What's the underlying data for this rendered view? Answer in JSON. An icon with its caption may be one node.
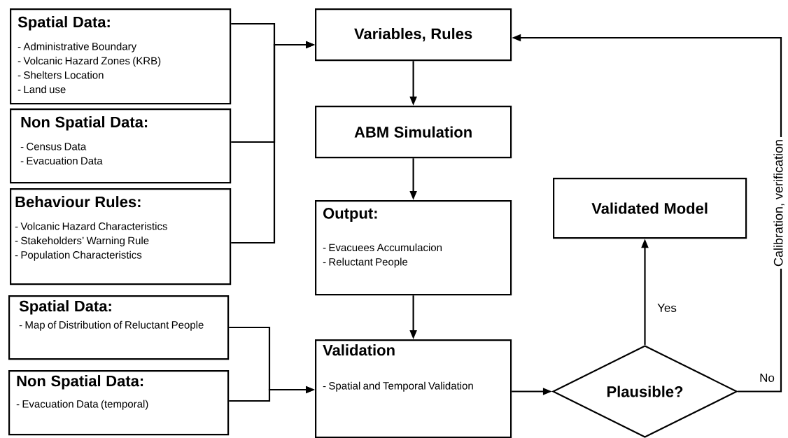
{
  "diagram": {
    "nodes": [
      {
        "text": [
          "Spatial Data:",
          "- Administrative Boundary",
          "- Volcanic Hazard Zones (KRB)",
          "- Shelters Location",
          "- Land use"
        ]
      },
      {
        "text": [
          "Non Spatial Data:",
          "- Census Data",
          "- Evacuation Data"
        ]
      },
      {
        "text": [
          "Behaviour Rules:",
          "- Volcanic Hazard Characteristics",
          "- Stakeholders’ Warning Rule",
          "- Population Characteristics"
        ]
      },
      {
        "text": [
          "Variables, Rules"
        ]
      },
      {
        "text": [
          "ABM Simulation"
        ]
      },
      {
        "text": [
          "Output:",
          "- Evacuees Accumulacion",
          "- Reluctant People"
        ]
      },
      {
        "text": [
          "Spatial Data:",
          "- Map of Distribution of Reluctant People"
        ]
      },
      {
        "text": [
          "Non Spatial Data:",
          "- Evacuation Data (temporal)"
        ]
      },
      {
        "text": [
          "Validation",
          "- Spatial and Temporal Validation"
        ]
      },
      {
        "text": [
          "Validated Model"
        ]
      },
      {
        "text": [
          "Plausible?"
        ]
      }
    ],
    "edges": [
      {
        "from": 0,
        "to": 3,
        "arrow": "to"
      },
      {
        "from": 1,
        "to": 3,
        "arrow": "to"
      },
      {
        "from": 2,
        "to": 3,
        "arrow": "to"
      },
      {
        "from": 3,
        "to": 4,
        "arrow": "to"
      },
      {
        "from": 4,
        "to": 5,
        "arrow": "to"
      },
      {
        "from": 5,
        "to": 8,
        "arrow": "to"
      },
      {
        "from": 6,
        "to": 8,
        "arrow": "to"
      },
      {
        "from": 7,
        "to": 8,
        "arrow": "to"
      },
      {
        "from": 8,
        "to": 10,
        "arrow": "to"
      },
      {
        "from": 10,
        "to": 9,
        "label": "Yes",
        "arrow": "to"
      },
      {
        "from": 10,
        "to": 3,
        "label": "No",
        "arrow": "to"
      }
    ],
    "labels": [
      "Calibration, verification"
    ]
  }
}
